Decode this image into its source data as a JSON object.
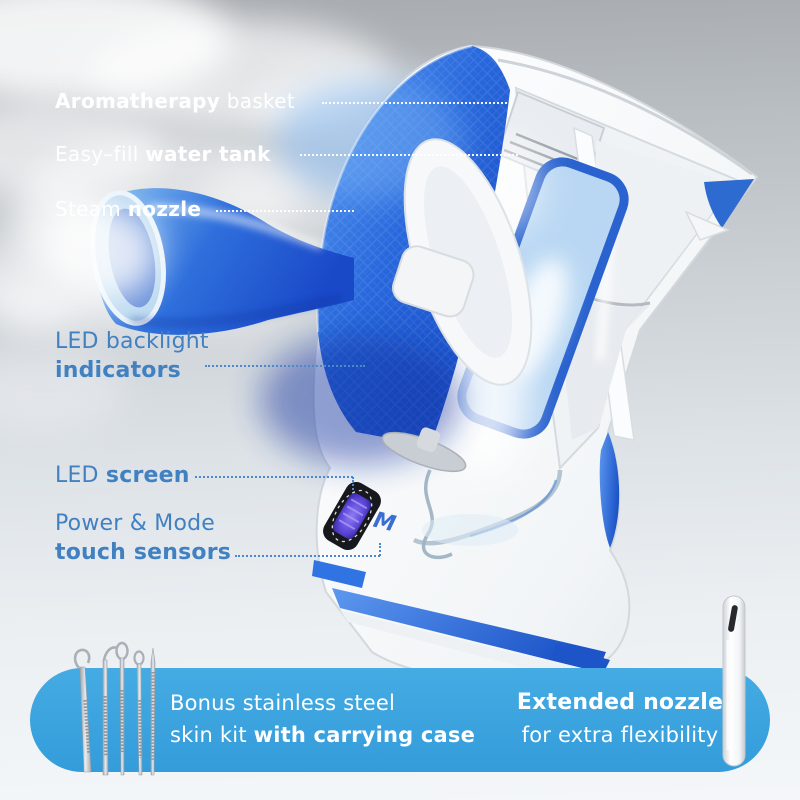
{
  "callouts": {
    "aromatherapy": {
      "bold": "Aromatherapy",
      "regular": "basket"
    },
    "water_tank": {
      "regular": "Easy–fill",
      "bold": "water tank"
    },
    "steam_nozzle": {
      "regular": "Steam",
      "bold": "nozzle"
    },
    "led_backlight": {
      "line1": "LED backlight",
      "line2": "indicators"
    },
    "led_screen": {
      "regular": "LED",
      "bold": "screen"
    },
    "touch_sensors": {
      "line1": "Power & Mode",
      "line2": "touch sensors"
    }
  },
  "banner": {
    "left": {
      "line1": "Bonus stainless steel",
      "line2_regular": "skin kit",
      "line2_bold": "with carrying case"
    },
    "right": {
      "line1": "Extended nozzle",
      "line2": "for extra flexibility"
    }
  },
  "device": {
    "mode_sensor_label": "M"
  },
  "colors": {
    "label_white": "#ffffff",
    "label_blue": "#4181c2",
    "banner_blue": "#38a1dd",
    "dome_blue": "#2563d9",
    "accent_blue": "#2e6bd0"
  },
  "illustration_items": [
    "steam-cloud",
    "facial-steamer-cutaway",
    "skin-kit-tools",
    "extended-nozzle-pen"
  ]
}
